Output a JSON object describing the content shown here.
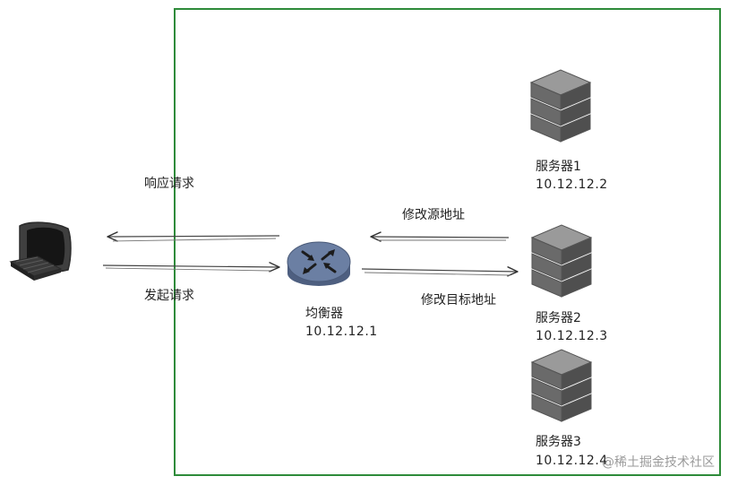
{
  "client": {
    "icon": "computer-icon"
  },
  "load_balancer": {
    "icon": "router-icon",
    "name": "均衡器",
    "ip": "10.12.12.1"
  },
  "servers": [
    {
      "icon": "server-icon",
      "name": "服务器1",
      "ip": "10.12.12.2"
    },
    {
      "icon": "server-icon",
      "name": "服务器2",
      "ip": "10.12.12.3"
    },
    {
      "icon": "server-icon",
      "name": "服务器3",
      "ip": "10.12.12.4"
    }
  ],
  "arrows": {
    "response_label": "响应请求",
    "request_label": "发起请求",
    "modify_source_label": "修改源地址",
    "modify_target_label": "修改目标地址"
  },
  "watermark": "@稀土掘金技术社区",
  "colors": {
    "boundary": "#2e8b3a",
    "router": "#6b7fa3",
    "server_light": "#8f8f8f",
    "server_dark": "#4a4a4a"
  }
}
